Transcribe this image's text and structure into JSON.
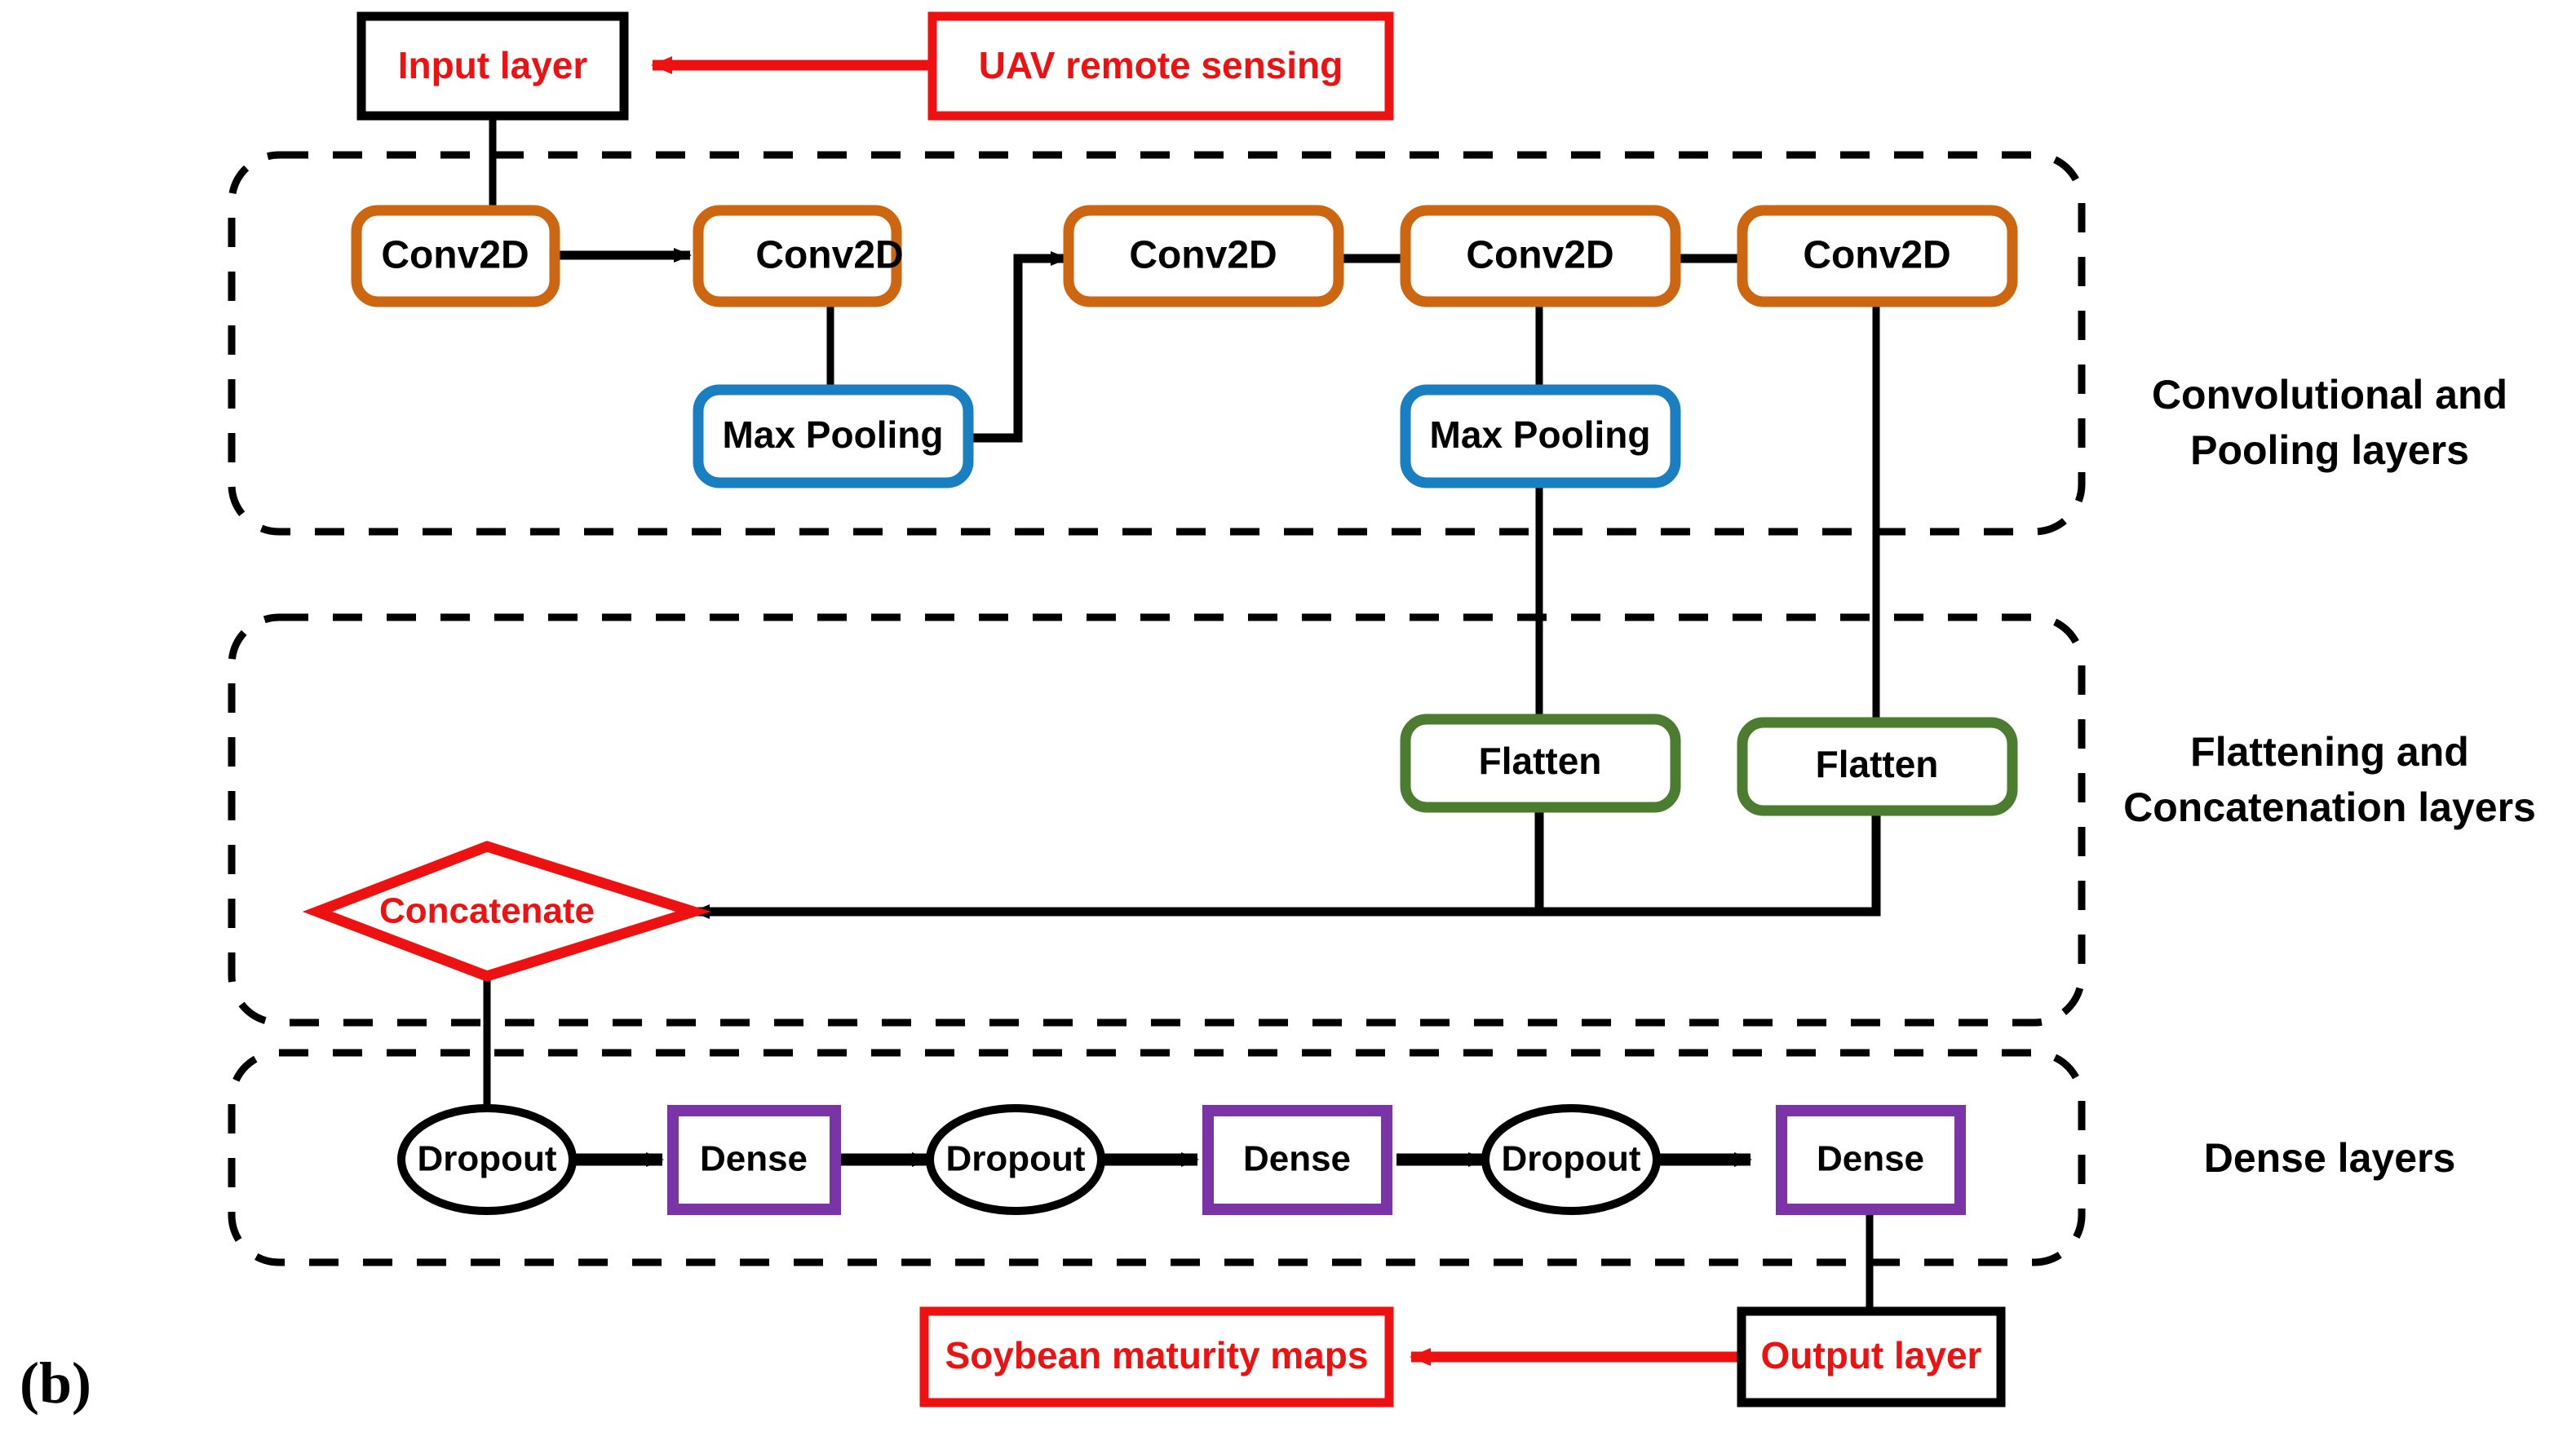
{
  "figure": {
    "panel_label": "(b)",
    "colors": {
      "red": "#ee1111",
      "orange": "#cc6611",
      "blue": "#1a7fc1",
      "green": "#4c7c2f",
      "purple": "#7b34a8",
      "black": "#000000",
      "white": "#ffffff"
    }
  },
  "nodes": {
    "source": {
      "label": "UAV remote sensing",
      "shape": "rect",
      "color": "red"
    },
    "input_layer": {
      "label": "Input layer",
      "shape": "rect",
      "color": "black"
    },
    "conv_1": {
      "label": "Conv2D",
      "shape": "rounded-rect",
      "color": "orange"
    },
    "conv_2": {
      "label": "Conv2D",
      "shape": "rounded-rect",
      "color": "orange"
    },
    "conv_3": {
      "label": "Conv2D",
      "shape": "rounded-rect",
      "color": "orange"
    },
    "conv_4": {
      "label": "Conv2D",
      "shape": "rounded-rect",
      "color": "orange"
    },
    "conv_5": {
      "label": "Conv2D",
      "shape": "rounded-rect",
      "color": "orange"
    },
    "maxpool_1": {
      "label": "Max Pooling",
      "shape": "rounded-rect",
      "color": "blue"
    },
    "maxpool_2": {
      "label": "Max Pooling",
      "shape": "rounded-rect",
      "color": "blue"
    },
    "flatten_1": {
      "label": "Flatten",
      "shape": "rounded-rect",
      "color": "green"
    },
    "flatten_2": {
      "label": "Flatten",
      "shape": "rounded-rect",
      "color": "green"
    },
    "concatenate": {
      "label": "Concatenate",
      "shape": "diamond",
      "color": "red"
    },
    "dropout_1": {
      "label": "Dropout",
      "shape": "ellipse",
      "color": "black"
    },
    "dense_1": {
      "label": "Dense",
      "shape": "rect",
      "color": "purple"
    },
    "dropout_2": {
      "label": "Dropout",
      "shape": "ellipse",
      "color": "black"
    },
    "dense_2": {
      "label": "Dense",
      "shape": "rect",
      "color": "purple"
    },
    "dropout_3": {
      "label": "Dropout",
      "shape": "ellipse",
      "color": "black"
    },
    "dense_3": {
      "label": "Dense",
      "shape": "rect",
      "color": "purple"
    },
    "output_layer": {
      "label": "Output layer",
      "shape": "rect",
      "color": "black"
    },
    "result": {
      "label": "Soybean maturity maps",
      "shape": "rect",
      "color": "red"
    }
  },
  "groups": {
    "conv_pool": {
      "label_line1": "Convolutional and",
      "label_line2": "Pooling layers"
    },
    "flatten_concat": {
      "label_line1": "Flattening and",
      "label_line2": "Concatenation layers"
    },
    "dense": {
      "label_line1": "Dense layers",
      "label_line2": ""
    }
  }
}
